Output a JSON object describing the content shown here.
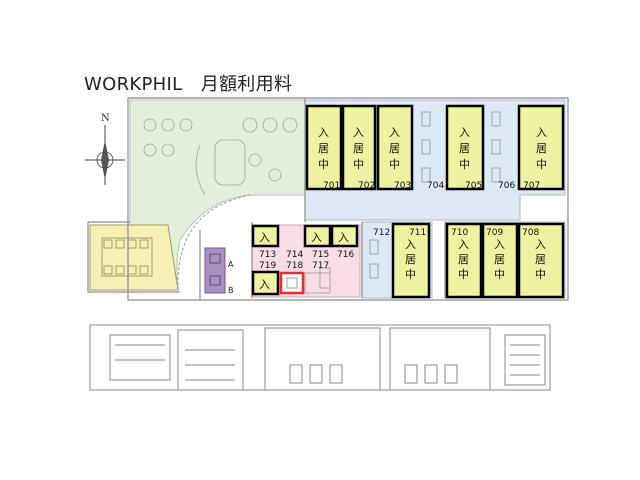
{
  "title": "WORKPHIL　月額利用料",
  "compass_label": "N",
  "zone_labels": {
    "a": "A",
    "b": "B"
  },
  "occupied_label": "入居中",
  "occupied_short": "入",
  "colors": {
    "lounge": "#e4eedc",
    "corridor": "#dde8f4",
    "meeting": "#f6f0b4",
    "pink": "#f8dde6",
    "purple": "#a890c4",
    "occupied": "#eef2a0",
    "available": "#ef2b2b"
  },
  "rooms": {
    "r701": "701",
    "r702": "702",
    "r703": "703",
    "r704": "704",
    "r705": "705",
    "r706": "706",
    "r707": "707",
    "r708": "708",
    "r709": "709",
    "r710": "710",
    "r711": "711",
    "r712": "712",
    "r713": "713",
    "r714": "714",
    "r715": "715",
    "r716": "716",
    "r717": "717",
    "r718": "718",
    "r719": "719"
  }
}
